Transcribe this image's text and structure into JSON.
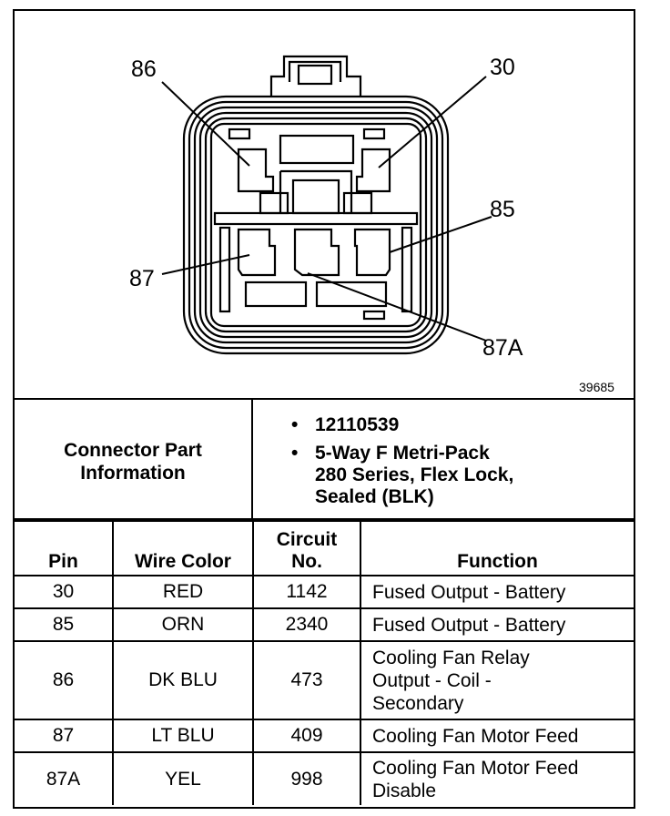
{
  "diagram": {
    "figure_number": "39685",
    "pin_callouts": [
      "86",
      "30",
      "85",
      "87",
      "87A"
    ]
  },
  "connector_info": {
    "label_lines": [
      "Connector Part",
      "Information"
    ],
    "items": [
      {
        "bullet": "•",
        "lines": [
          "12110539"
        ]
      },
      {
        "bullet": "•",
        "lines": [
          "5-Way F Metri-Pack",
          "280 Series, Flex Lock,",
          "Sealed (BLK)"
        ]
      }
    ]
  },
  "pin_table": {
    "headers": {
      "pin": "Pin",
      "wire_color": "Wire Color",
      "circuit_line1": "Circuit",
      "circuit_line2": "No.",
      "function": "Function"
    },
    "rows": [
      {
        "pin": "30",
        "wire_color": "RED",
        "circuit": "1142",
        "function_lines": [
          "Fused Output - Battery"
        ]
      },
      {
        "pin": "85",
        "wire_color": "ORN",
        "circuit": "2340",
        "function_lines": [
          "Fused Output - Battery"
        ]
      },
      {
        "pin": "86",
        "wire_color": "DK BLU",
        "circuit": "473",
        "function_lines": [
          "Cooling Fan Relay",
          "Output - Coil -",
          "Secondary"
        ]
      },
      {
        "pin": "87",
        "wire_color": "LT BLU",
        "circuit": "409",
        "function_lines": [
          "Cooling Fan Motor Feed"
        ]
      },
      {
        "pin": "87A",
        "wire_color": "YEL",
        "circuit": "998",
        "function_lines": [
          "Cooling Fan Motor Feed",
          "Disable"
        ]
      }
    ]
  }
}
